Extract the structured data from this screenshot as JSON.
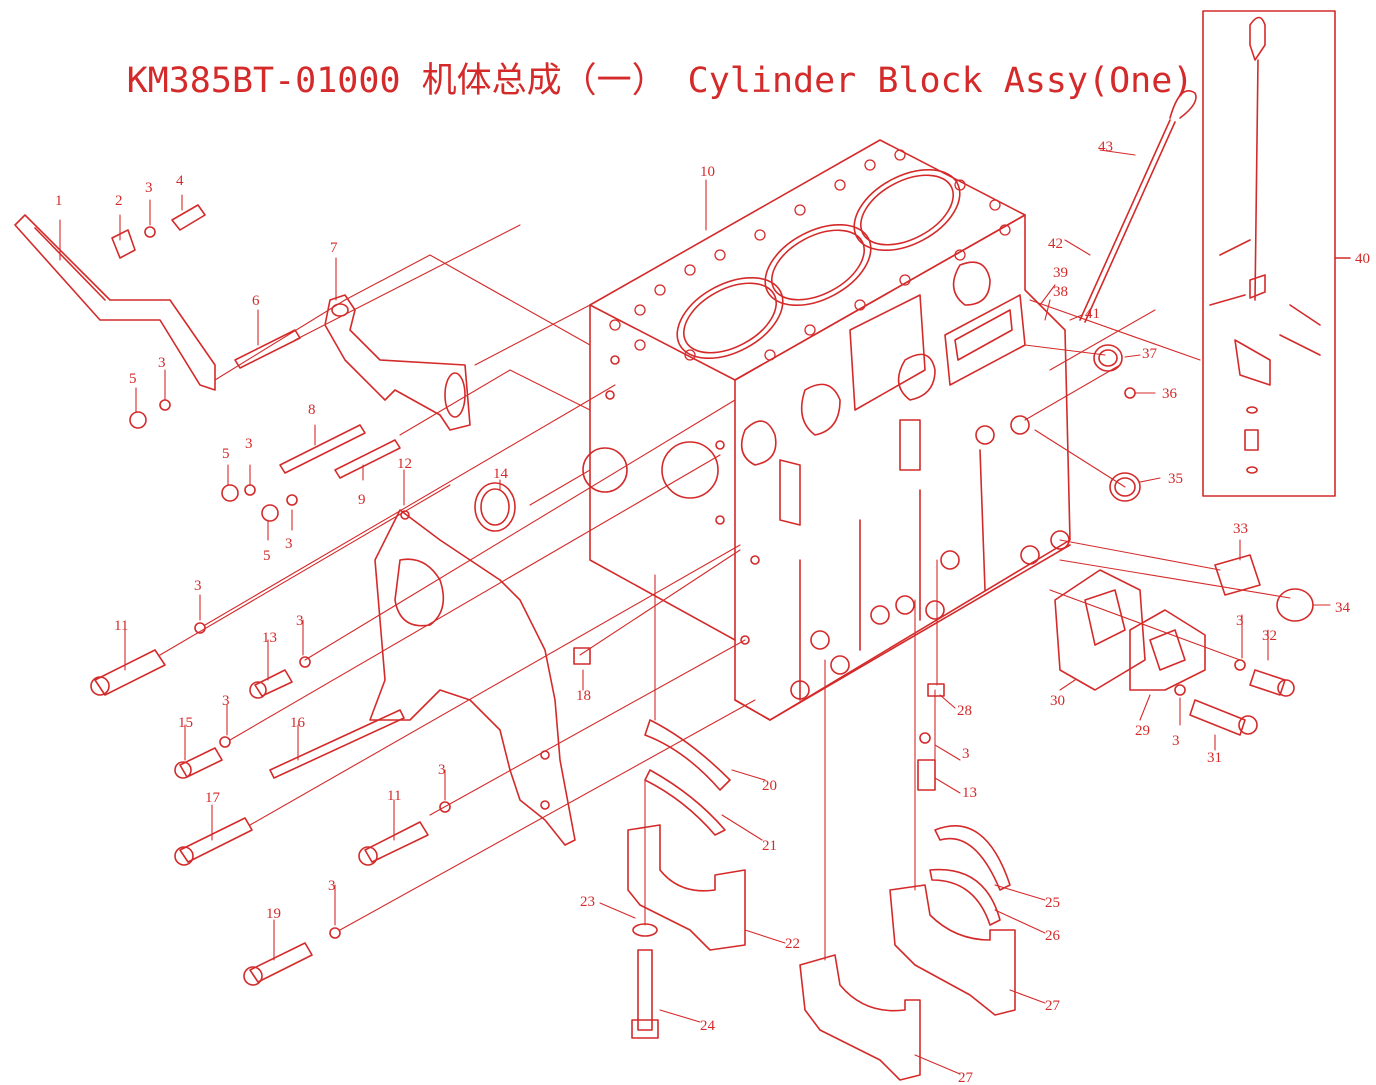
{
  "diagram": {
    "title": "KM385BT-01000 机体总成（一） Cylinder Block Assy(One)",
    "colors": {
      "ink": "#d42a2a",
      "background": "#ffffff"
    },
    "part_labels": [
      "1",
      "2",
      "3",
      "4",
      "3",
      "5",
      "6",
      "7",
      "8",
      "9",
      "5",
      "3",
      "5",
      "3",
      "10",
      "11",
      "3",
      "12",
      "13",
      "3",
      "14",
      "15",
      "3",
      "16",
      "17",
      "11",
      "3",
      "18",
      "19",
      "3",
      "20",
      "21",
      "22",
      "23",
      "24",
      "25",
      "26",
      "27",
      "27",
      "28",
      "3",
      "13",
      "29",
      "3",
      "30",
      "31",
      "32",
      "3",
      "33",
      "34",
      "35",
      "36",
      "37",
      "38",
      "39",
      "40",
      "41",
      "42",
      "43"
    ]
  }
}
